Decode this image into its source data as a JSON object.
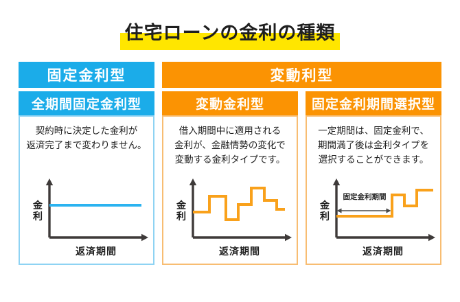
{
  "title": "住宅ローンの金利の種類",
  "colors": {
    "blue": "#1BACE9",
    "blue_light": "#8ED3F3",
    "orange": "#FB9303",
    "orange_light": "#F8BD72",
    "yellow": "#FFE600",
    "axis": "#3E3A39",
    "arrow": "#4A4A4A",
    "ink": "#1F1F1F"
  },
  "group_headers": {
    "fixed": "固定金利型",
    "variable": "変動利型"
  },
  "cards": [
    {
      "title": "全期間固定金利型",
      "description_lines": [
        "契約時に決定した金利が",
        "返済完了まで変わりません。"
      ],
      "chart": {
        "type": "line",
        "ylabel": "金利",
        "xlabel": "返済期間",
        "line_color": "#2BB3F0",
        "points": [
          [
            42,
            41
          ],
          [
            176,
            41
          ]
        ]
      }
    },
    {
      "title": "変動金利型",
      "description_lines": [
        "借入期間中に適用される",
        "金利が、金融情勢の変化で",
        "変動する金利タイプです。"
      ],
      "chart": {
        "type": "step-line",
        "ylabel": "金利",
        "xlabel": "返済期間",
        "line_color": "#F9A11B",
        "points": [
          [
            42,
            51
          ],
          [
            66,
            51
          ],
          [
            66,
            28
          ],
          [
            90,
            28
          ],
          [
            90,
            62
          ],
          [
            108,
            62
          ],
          [
            108,
            40
          ],
          [
            127,
            40
          ],
          [
            127,
            16
          ],
          [
            146,
            16
          ],
          [
            146,
            34
          ],
          [
            164,
            34
          ],
          [
            164,
            47
          ],
          [
            176,
            47
          ]
        ]
      }
    },
    {
      "title": "固定金利期間選択型",
      "description_lines": [
        "一定期間は、固定金利で、",
        "期間満了後は金利タイプを",
        "選択することができます。"
      ],
      "chart": {
        "type": "step-line",
        "ylabel": "金利",
        "xlabel": "返済期間",
        "line_color": "#F9A11B",
        "annotation": "固定金利期間",
        "points": [
          [
            42,
            57
          ],
          [
            123,
            57
          ],
          [
            123,
            26
          ],
          [
            141,
            26
          ],
          [
            141,
            42
          ],
          [
            159,
            42
          ],
          [
            159,
            19
          ],
          [
            183,
            19
          ]
        ]
      }
    }
  ]
}
